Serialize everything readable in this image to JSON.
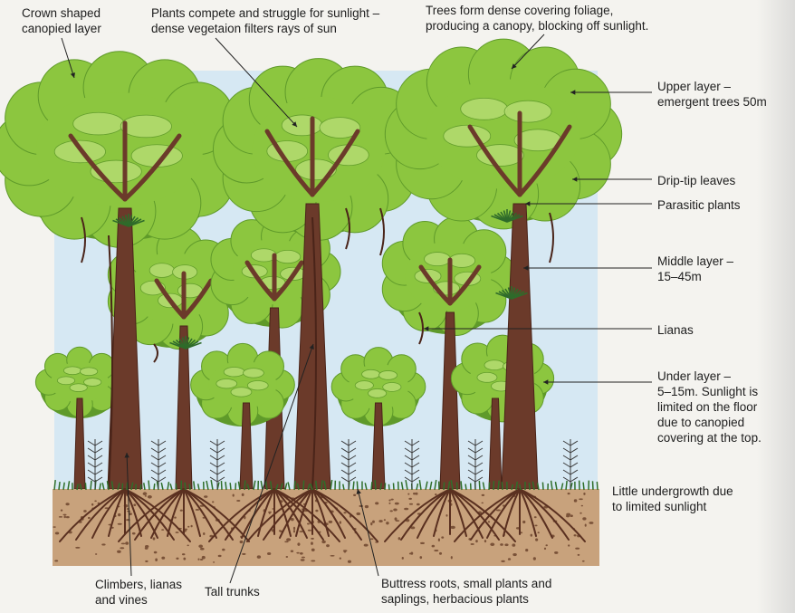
{
  "labels": {
    "crown": [
      "Crown shaped",
      "canopied layer"
    ],
    "compete": [
      "Plants compete and struggle for sunlight –",
      "dense vegetaion filters rays of sun"
    ],
    "canopy": [
      "Trees form dense covering foliage,",
      "producing a canopy, blocking off sunlight."
    ],
    "upper": [
      "Upper layer –",
      "emergent trees 50m"
    ],
    "drip": "Drip-tip leaves",
    "parasitic": "Parasitic plants",
    "middle": [
      "Middle layer –",
      "15–45m"
    ],
    "lianas": "Lianas",
    "under": [
      "Under layer –",
      "5–15m. Sunlight is",
      "limited on the floor",
      "due to canopied",
      "covering at the top."
    ],
    "undergrowth": [
      "Little undergrowth due",
      "to limited sunlight"
    ],
    "climbers": [
      "Climbers, lianas",
      "and vines"
    ],
    "tall": "Tall trunks",
    "buttress": [
      "Buttress roots, small plants and",
      "saplings, herbacious plants"
    ]
  },
  "colors": {
    "sky": "#d6e8f3",
    "foliage": "#8cc63f",
    "foliage_light": "#b2da6e",
    "foliage_dark": "#5f9a2a",
    "trunk": "#6b3a2a",
    "trunk_dark": "#4a2419",
    "soil": "#c8a27c",
    "root": "#5a3020",
    "grass": "#2f6e2a",
    "leader": "#222222"
  }
}
